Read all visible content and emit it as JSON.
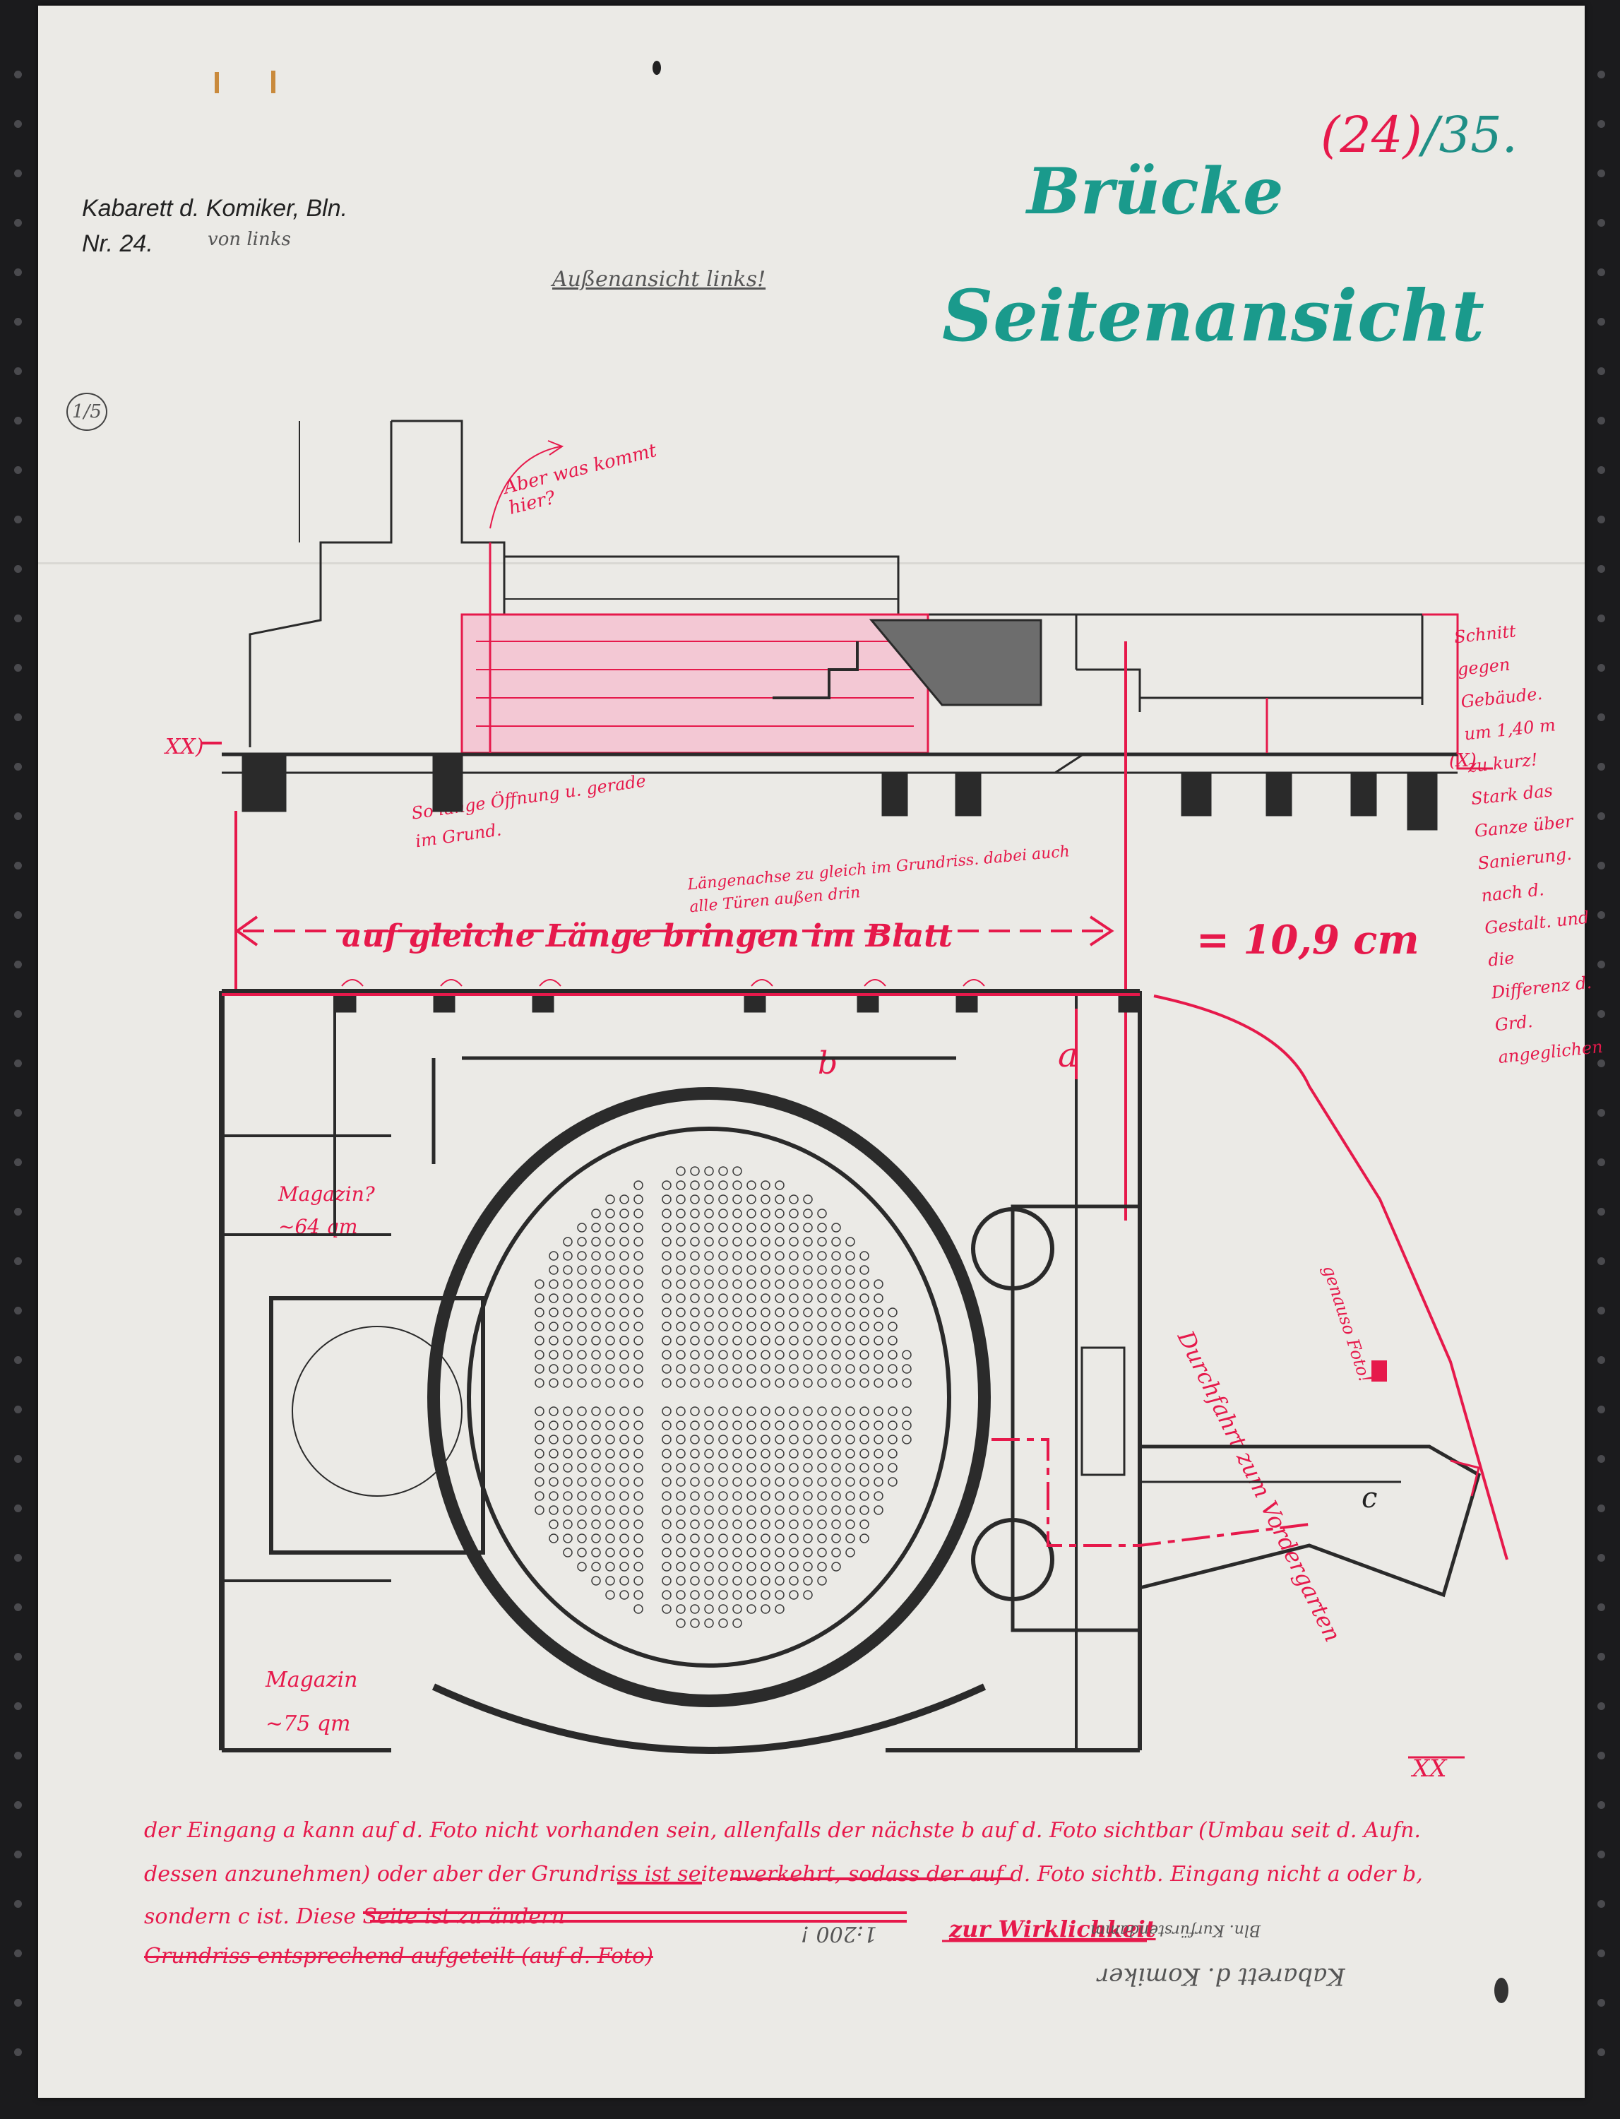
{
  "header": {
    "typed_line1": "Kabarett d. Komiker, Bln.",
    "typed_line2": "Nr. 24.",
    "pencil_left": "von links",
    "sheet_number": "1/5",
    "pencil_center": "Außenansicht links!",
    "top_number_red": "(24)",
    "top_number_teal": "/35.",
    "teal_title_line1": "Brücke",
    "teal_title_line2": "Seitenansicht"
  },
  "section_notes": {
    "top_question": "Aber was kommt hier?",
    "xx_left": "XX)",
    "xx_right": "(X)",
    "below_section": "So lange Öffnung u. gerade im Grund.",
    "right_column": "Schnitt gegen Gebäude. um 1,40 m zu kurz! Stark das Ganze über Sanierung. nach d. Gestalt. und die Differenz d. Grd. angeglichen"
  },
  "dimension": {
    "note_above": "Längenachse zu gleich im Grundriss. dabei auch alle Türen außen drin",
    "arrow_label": "auf gleiche Länge bringen im Blatt",
    "measure": "= 10,9 cm"
  },
  "plan_labels": {
    "label_a": "a",
    "label_b": "b",
    "label_c": "c",
    "room_upper": "Magazin? ~64 qm",
    "room_lower": "Magazin ~75 qm",
    "curve_note": "Durchfahrt zum Vordergarten",
    "foto_note": "genauso Foto!",
    "xx_bottom": "XX"
  },
  "bottom_notes": {
    "line1": "der Eingang a kann auf d. Foto nicht vorhanden sein, allenfalls der nächste b auf d. Foto sichtbar (Umbau seit d. Aufn.",
    "line2": "dessen anzunehmen) oder aber der Grundriss ist seitenverkehrt, sodass der auf d. Foto sichtb. Eingang nicht a oder b,",
    "line3": "sondern c ist. Diese Seite ist zu ändern",
    "line4": "Grundriss entsprechend aufgeteilt (auf d. Foto)",
    "underlined": "zur Wirklichkeit",
    "pencil_mirror1": "Kabarett d. Komiker",
    "pencil_mirror2": "Bln. Kurfürstendamm",
    "pencil_mirror3": "1:200 !"
  },
  "colors": {
    "paper": "#ebeae6",
    "ink": "#2a2a2a",
    "red": "#e6194b",
    "teal": "#1a9a8c",
    "background": "#1b1b1d"
  }
}
